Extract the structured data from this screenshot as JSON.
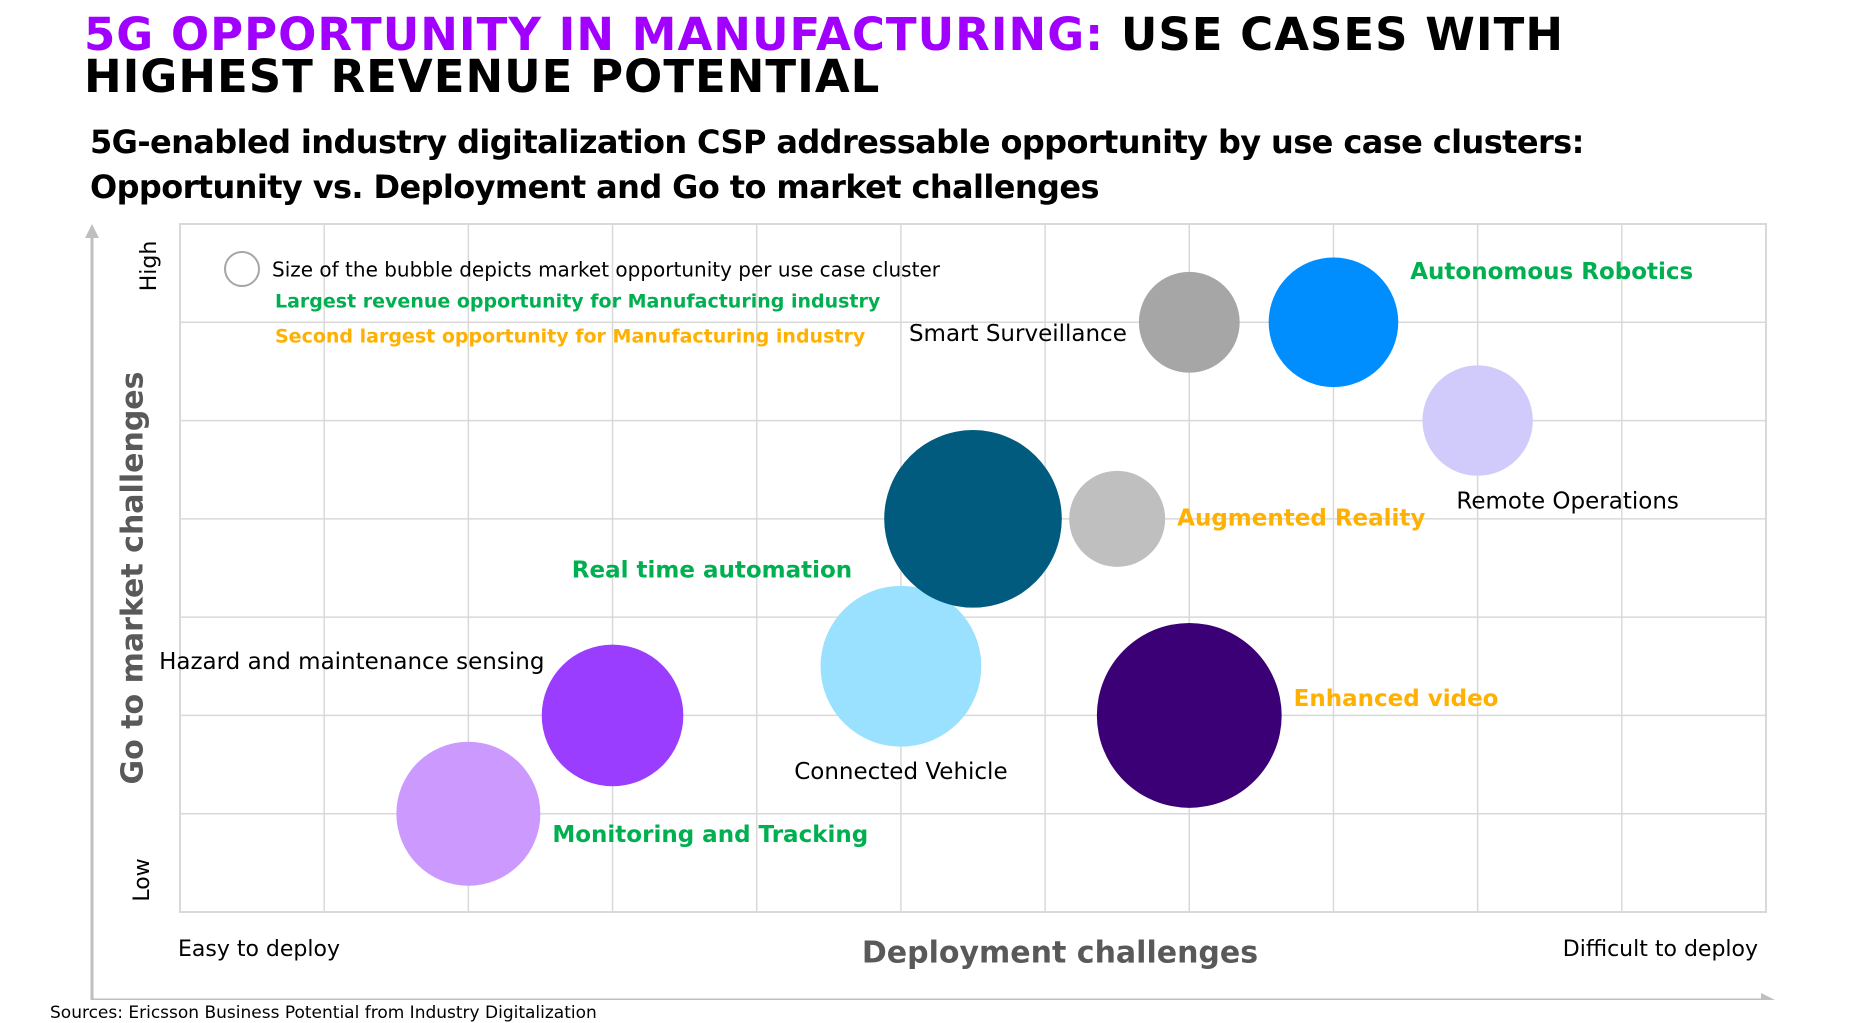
{
  "header": {
    "title_accent": "5G OPPORTUNITY IN MANUFACTURING:",
    "title_rest": "USE CASES WITH HIGHEST REVENUE POTENTIAL",
    "subtitle_line1": "5G-enabled industry digitalization CSP addressable opportunity by use case clusters:",
    "subtitle_line2": "Opportunity vs. Deployment and Go to market challenges"
  },
  "legend": {
    "bubble_note": "Size of the bubble depicts market opportunity per use case cluster",
    "largest_note": "Largest revenue opportunity for Manufacturing industry",
    "second_note": "Second largest opportunity for Manufacturing industry",
    "placement": "top-left"
  },
  "footer": {
    "source": "Sources: Ericsson Business Potential from Industry Digitalization"
  },
  "colors": {
    "accent": "#a100ff",
    "green_label": "#00b050",
    "orange_label": "#ffb000",
    "grid": "#d9d9d9",
    "axis": "#bfbfbf"
  },
  "chart_data": {
    "type": "bubble",
    "xlabel": "Deployment challenges",
    "x_low_label": "Easy to deploy",
    "x_high_label": "Difficult to deploy",
    "ylabel": "Go to market challenges",
    "y_low_label": "Low",
    "y_high_label": "High",
    "xlim": [
      0,
      11
    ],
    "ylim": [
      0,
      7
    ],
    "grid": true,
    "points": [
      {
        "label": "Monitoring and Tracking",
        "x": 2,
        "y": 1,
        "size": 60,
        "color": "#cc99ff",
        "label_color": "#00b050",
        "label_side": "right"
      },
      {
        "label": "Hazard and maintenance sensing",
        "x": 3,
        "y": 2,
        "size": 59,
        "color": "#9b3dff",
        "label_color": "#000000",
        "label_side": "above-left"
      },
      {
        "label": "Connected Vehicle",
        "x": 5,
        "y": 2.5,
        "size": 67,
        "color": "#99e1ff",
        "label_color": "#000000",
        "label_side": "below"
      },
      {
        "label": "Real time automation",
        "x": 5.5,
        "y": 4,
        "size": 74,
        "color": "#005b7f",
        "label_color": "#00b050",
        "label_side": "left"
      },
      {
        "label": "Augmented Reality",
        "x": 6.5,
        "y": 4,
        "size": 40,
        "color": "#bfbfbf",
        "label_color": "#ffb000",
        "label_side": "right"
      },
      {
        "label": "Enhanced video",
        "x": 7,
        "y": 2,
        "size": 77,
        "color": "#3b0075",
        "label_color": "#ffb000",
        "label_side": "right"
      },
      {
        "label": "Smart Surveillance",
        "x": 7,
        "y": 6,
        "size": 42,
        "color": "#a6a6a6",
        "label_color": "#000000",
        "label_side": "left"
      },
      {
        "label": "Autonomous Robotics",
        "x": 8,
        "y": 6,
        "size": 54,
        "color": "#008eff",
        "label_color": "#00b050",
        "label_side": "right"
      },
      {
        "label": "Remote Operations",
        "x": 9,
        "y": 5,
        "size": 46,
        "color": "#d1cbfb",
        "label_color": "#000000",
        "label_side": "below"
      }
    ]
  }
}
